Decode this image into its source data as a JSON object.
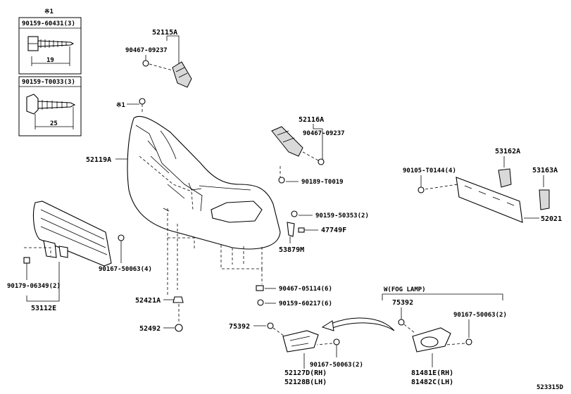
{
  "note_marker": "※1",
  "legend": {
    "box1_part": "90159-60431(3)",
    "box1_dim": "19",
    "box2_part": "90159-T0033(3)",
    "box2_dim": "25"
  },
  "callouts": {
    "p52115A": "52115A",
    "p90467_09237_top": "90467-09237",
    "p52119A": "52119A",
    "p52116A": "52116A",
    "p90467_09237_mid": "90467-09237",
    "p90189_T0019": "90189-T0019",
    "p90159_50353": "90159-50353(2)",
    "p47749F": "47749F",
    "p53879M": "53879M",
    "p90467_05114": "90467-05114(6)",
    "p90159_60217": "90159-60217(6)",
    "p53162A": "53162A",
    "p90105_T0144": "90105-T0144(4)",
    "p53163A": "53163A",
    "p52021": "52021",
    "p90167_50063_4": "90167-50063(4)",
    "p90179_06349": "90179-06349(2)",
    "p53112E": "53112E",
    "p52421A": "52421A",
    "p52492": "52492",
    "p75392_left": "75392",
    "p90167_50063_2_left": "90167-50063(2)",
    "p52127D": "52127D(RH)",
    "p52128B": "52128B(LH)",
    "fog_header": "W(FOG LAMP)",
    "p75392_right": "75392",
    "p90167_50063_2_right": "90167-50063(2)",
    "p81481E": "81481E(RH)",
    "p81482C": "81482C(LH)"
  },
  "diagram_id": "523315D"
}
